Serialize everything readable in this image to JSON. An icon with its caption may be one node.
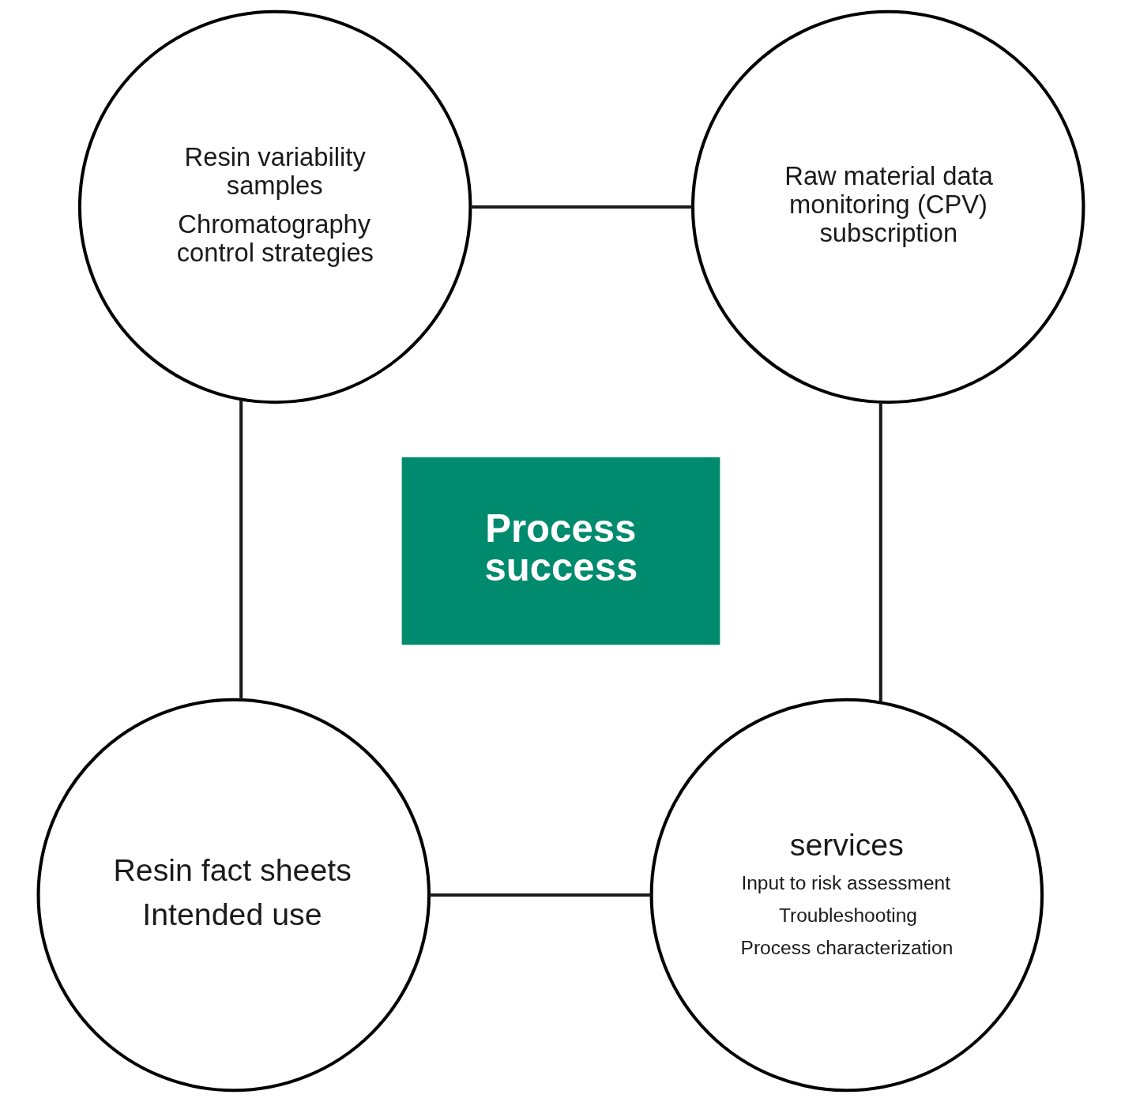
{
  "diagram": {
    "nodes": [
      {
        "text": [
          "Resin variability samples",
          "Chromatography control strategies"
        ]
      },
      {
        "text": [
          "Raw material data monitoring (CPV) subscription"
        ]
      },
      {
        "text": [
          "Resin fact sheets",
          "Intended use"
        ]
      },
      {
        "text": [
          "services",
          "Input to risk assessment",
          "Troubleshooting",
          "Process characterization"
        ]
      },
      {
        "text": [
          "Process success"
        ]
      }
    ],
    "edges": [
      {
        "from": 0,
        "to": 1,
        "arrow": "none"
      },
      {
        "from": 0,
        "to": 2,
        "arrow": "none"
      },
      {
        "from": 1,
        "to": 3,
        "arrow": "none"
      },
      {
        "from": 2,
        "to": 3,
        "arrow": "none"
      }
    ]
  }
}
